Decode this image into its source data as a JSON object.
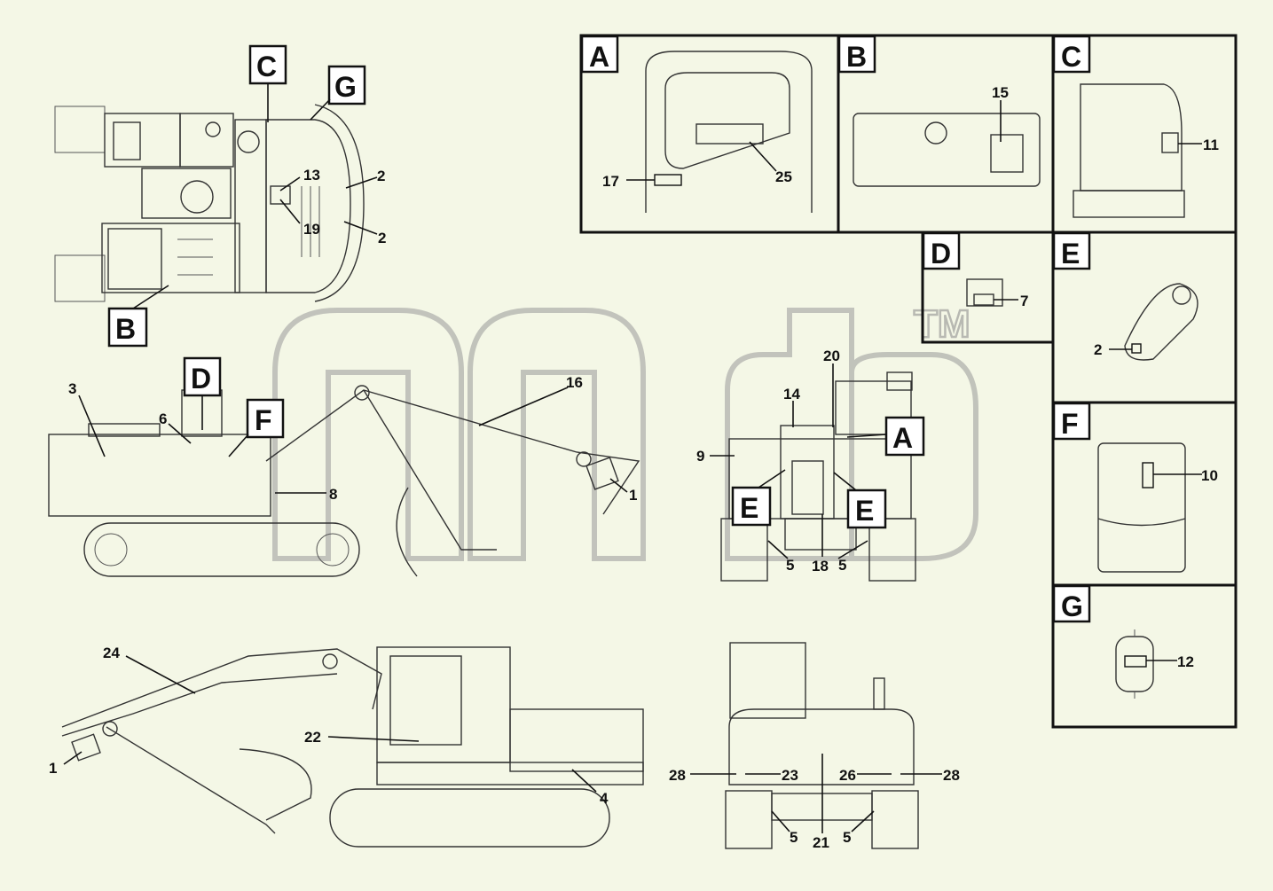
{
  "watermark": {
    "text": "TM"
  },
  "view_tags": {
    "top_c": "C",
    "top_g": "G",
    "top_b": "B",
    "side_d": "D",
    "side_f": "F",
    "front_a": "A",
    "front_e_left": "E",
    "front_e_right": "E"
  },
  "callouts": {
    "c1_side": "1",
    "c1_left": "1",
    "c2_a": "2",
    "c2_b": "2",
    "c2_detail": "2",
    "c3": "3",
    "c4": "4",
    "c5_a": "5",
    "c5_b": "5",
    "c5_c": "5",
    "c5_d": "5",
    "c6": "6",
    "c7": "7",
    "c8": "8",
    "c9": "9",
    "c10": "10",
    "c11": "11",
    "c12": "12",
    "c13": "13",
    "c14": "14",
    "c15": "15",
    "c16": "16",
    "c17": "17",
    "c18": "18",
    "c19": "19",
    "c20": "20",
    "c21": "21",
    "c22": "22",
    "c23": "23",
    "c24": "24",
    "c25": "25",
    "c26": "26",
    "c28_a": "28",
    "c28_b": "28"
  },
  "detail_panels": [
    {
      "label": "A"
    },
    {
      "label": "B"
    },
    {
      "label": "C"
    },
    {
      "label": "D"
    },
    {
      "label": "E"
    },
    {
      "label": "F"
    },
    {
      "label": "G"
    }
  ]
}
